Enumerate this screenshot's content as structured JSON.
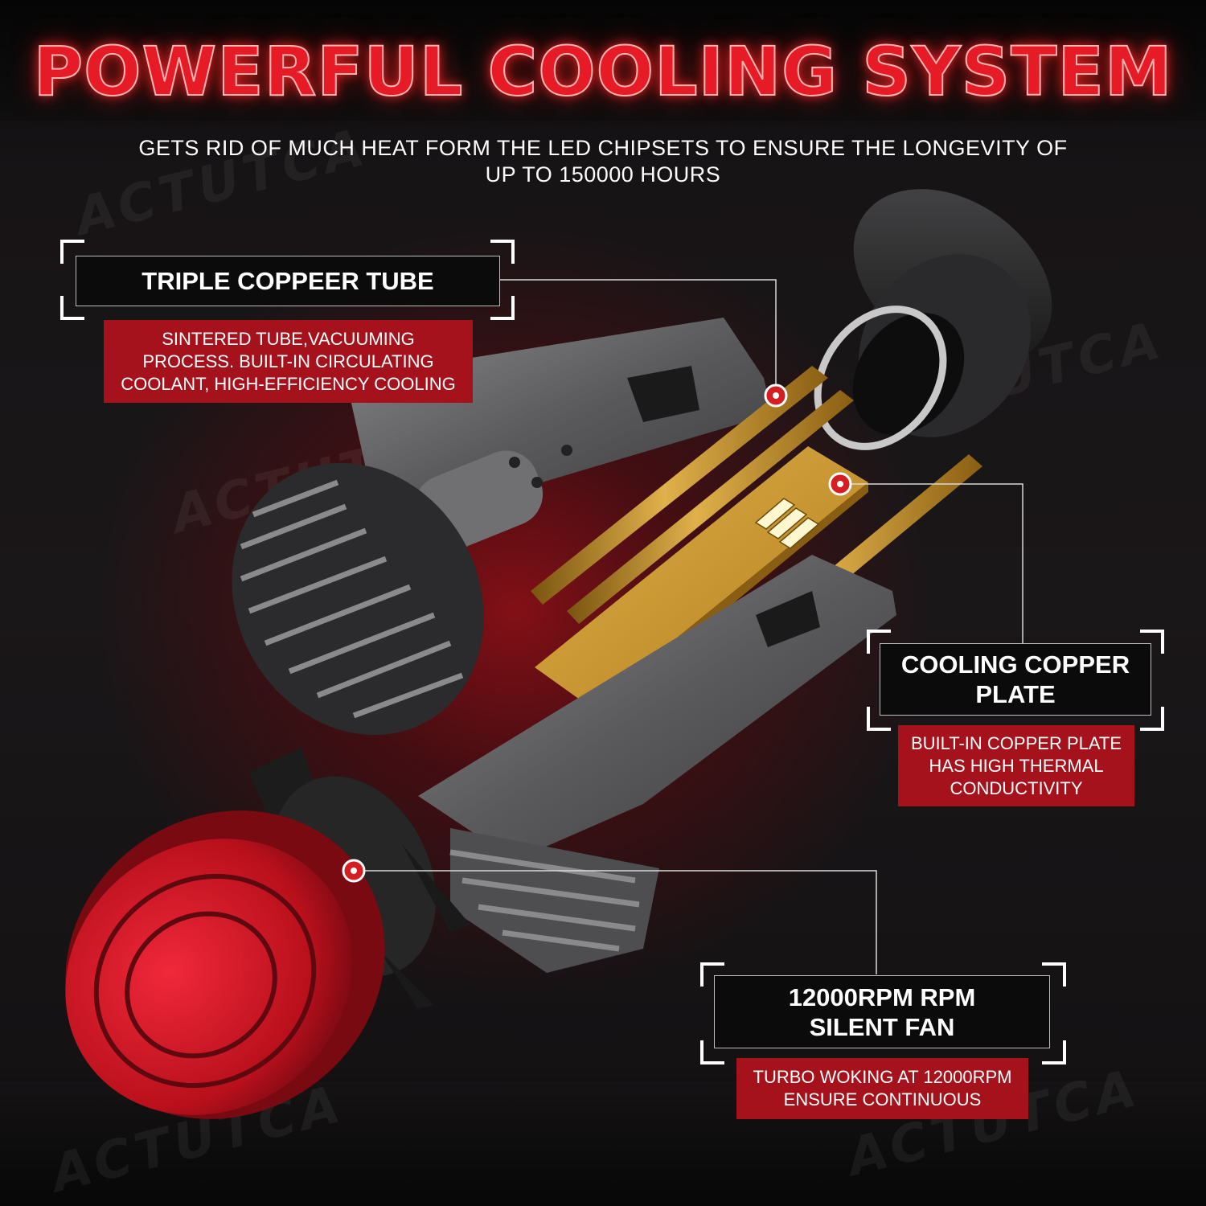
{
  "headline": "POWERFUL COOLING SYSTEM",
  "subheadline": "GETS RID OF MUCH HEAT FORM THE LED CHIPSETS TO ENSURE THE LONGEVITY OF UP TO 150000 HOURS",
  "watermark": "ACTUTCA",
  "features": [
    {
      "title": "TRIPLE COPPEER TUBE",
      "description": "SINTERED TUBE,VACUUMING PROCESS. BUILT-IN CIRCULATING COOLANT, HIGH-EFFICIENCY COOLING"
    },
    {
      "title": "COOLING COPPER PLATE",
      "description": "BUILT-IN COPPER PLATE HAS HIGH THERMAL CONDUCTIVITY"
    },
    {
      "title": "12000RPM RPM SILENT FAN",
      "description": "TURBO WOKING AT 12000RPM ENSURE CONTINUOUS"
    }
  ],
  "colors": {
    "accent_red": "#e61b25",
    "desc_bg": "#a5121b",
    "copper": "#c9952a",
    "metal": "#6b6b6d"
  }
}
